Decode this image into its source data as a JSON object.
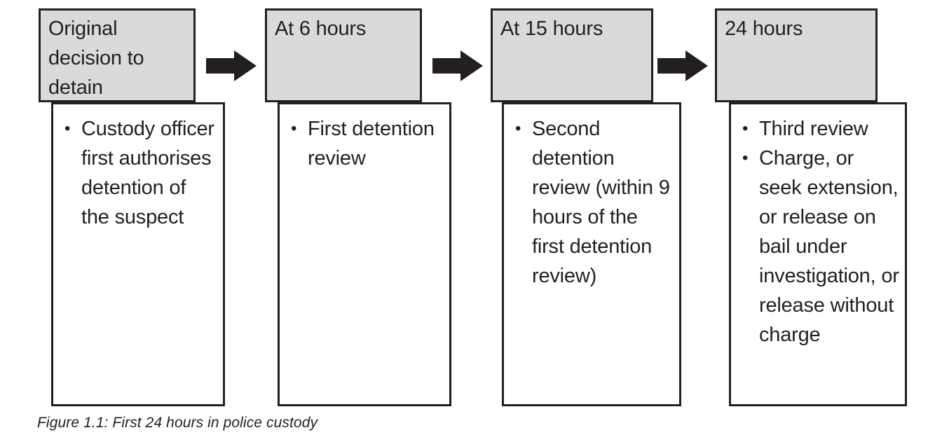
{
  "figure": {
    "caption": "Figure 1.1: First 24 hours in police custody",
    "colors": {
      "header_fill": "#d9dadb",
      "body_fill": "#ffffff",
      "outline": "#231f20",
      "arrow": "#231f20"
    }
  },
  "stages": [
    {
      "header": "Original decision to detain",
      "bullets": [
        "Custody officer first authorises detention of the suspect"
      ]
    },
    {
      "header": "At 6 hours",
      "bullets": [
        "First detention review"
      ]
    },
    {
      "header": "At 15 hours",
      "bullets": [
        "Second detention review (within 9 hours of the first detention review)"
      ]
    },
    {
      "header": "24 hours",
      "bullets": [
        "Third review",
        "Charge, or seek extension, or release on bail under investigation, or release without charge"
      ]
    }
  ],
  "arrows": [
    {
      "name": "arrow-right-1"
    },
    {
      "name": "arrow-right-2"
    },
    {
      "name": "arrow-right-3"
    }
  ]
}
